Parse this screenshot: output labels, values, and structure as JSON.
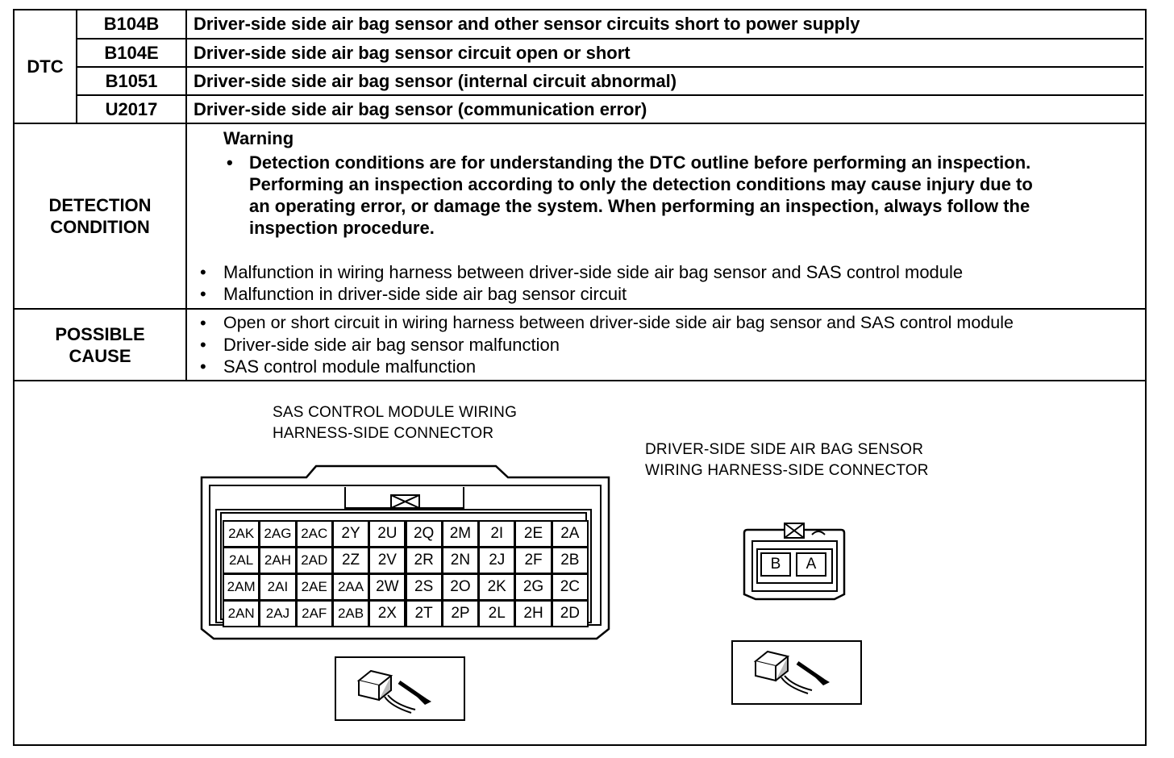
{
  "dtc": {
    "label": "DTC",
    "rows": [
      {
        "code": "B104B",
        "description": "Driver-side side air bag sensor and other sensor circuits short to power supply"
      },
      {
        "code": "B104E",
        "description": "Driver-side side air bag sensor circuit open or short"
      },
      {
        "code": "B1051",
        "description": "Driver-side side air bag sensor (internal circuit abnormal)"
      },
      {
        "code": "U2017",
        "description": "Driver-side side air bag sensor (communication error)"
      }
    ]
  },
  "detection": {
    "label_line1": "DETECTION",
    "label_line2": "CONDITION",
    "warning_title": "Warning",
    "warning_lines": [
      "Detection conditions are for understanding the DTC outline before performing an inspection.",
      "Performing an inspection according to only the detection conditions may cause injury due to",
      "an operating error, or damage the system. When performing an inspection, always follow the",
      "inspection procedure."
    ],
    "items": [
      "Malfunction in wiring harness between driver-side side air bag sensor and SAS control module",
      "Malfunction in driver-side side air bag sensor circuit"
    ]
  },
  "cause": {
    "label_line1": "POSSIBLE",
    "label_line2": "CAUSE",
    "items": [
      "Open or short circuit in wiring harness between driver-side side air bag sensor and SAS control module",
      "Driver-side side air bag sensor malfunction",
      "SAS control module malfunction"
    ]
  },
  "sas_connector": {
    "title_line1": "SAS CONTROL MODULE WIRING",
    "title_line2": "HARNESS-SIDE CONNECTOR",
    "pins": [
      [
        "2AK",
        "2AG",
        "2AC",
        "2Y",
        "2U",
        "2Q",
        "2M",
        "2I",
        "2E",
        "2A"
      ],
      [
        "2AL",
        "2AH",
        "2AD",
        "2Z",
        "2V",
        "2R",
        "2N",
        "2J",
        "2F",
        "2B"
      ],
      [
        "2AM",
        "2AI",
        "2AE",
        "2AA",
        "2W",
        "2S",
        "2O",
        "2K",
        "2G",
        "2C"
      ],
      [
        "2AN",
        "2AJ",
        "2AF",
        "2AB",
        "2X",
        "2T",
        "2P",
        "2L",
        "2H",
        "2D"
      ]
    ]
  },
  "sensor_connector": {
    "title_line1": "DRIVER-SIDE SIDE AIR BAG SENSOR",
    "title_line2": "WIRING HARNESS-SIDE CONNECTOR",
    "pins": [
      "B",
      "A"
    ]
  }
}
